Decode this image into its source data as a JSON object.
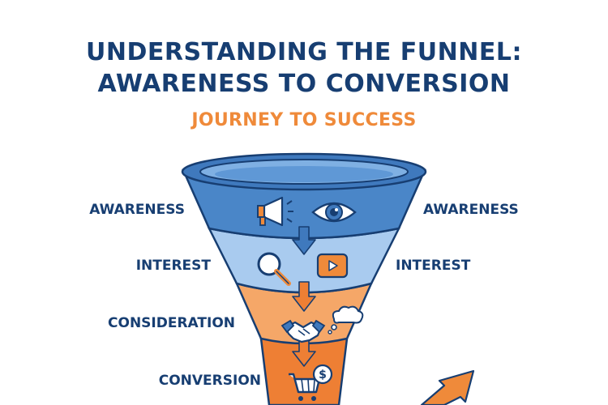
{
  "header": {
    "title_line1": "UNDERSTANDING THE FUNNEL:",
    "title_line2": "AWARENESS TO CONVERSION",
    "subtitle": "JOURNEY TO SUCCESS"
  },
  "stages": {
    "left": [
      "AWARENESS",
      "INTEREST",
      "CONSIDERATION",
      "CONVERSION"
    ],
    "right": [
      "AWARENESS",
      "INTEREST"
    ]
  },
  "colors": {
    "navy": "#173e72",
    "orange": "#ef8a3a",
    "blue_top": "#4a86c8",
    "blue_light": "#a9cbef",
    "orange_light": "#f5a768",
    "orange_dark": "#ee7f34"
  },
  "icons": {
    "awareness": [
      "megaphone-icon",
      "eye-icon"
    ],
    "interest": [
      "magnifier-icon",
      "play-video-icon"
    ],
    "consideration": [
      "handshake-icon",
      "thought-bubble-icon"
    ],
    "conversion": [
      "shopping-cart-icon",
      "dollar-coin-icon"
    ]
  }
}
